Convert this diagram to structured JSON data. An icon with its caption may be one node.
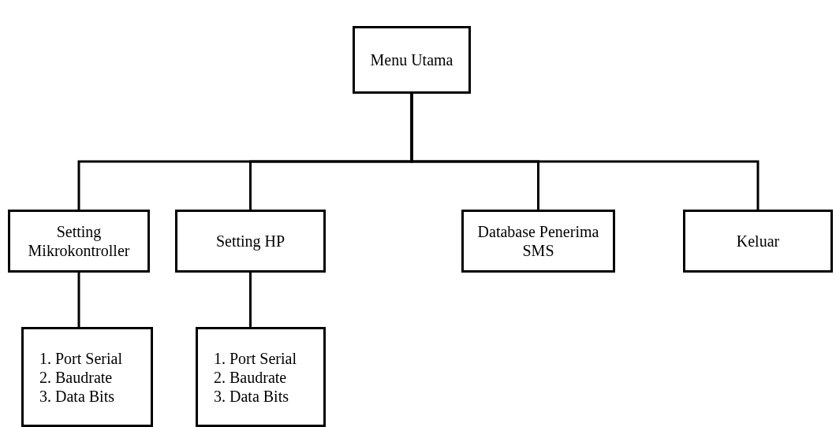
{
  "diagram": {
    "nodes": [
      {
        "text": [
          "Menu Utama"
        ]
      },
      {
        "text": [
          "Setting Mikrokontroller"
        ]
      },
      {
        "text": [
          "Setting HP"
        ]
      },
      {
        "text": [
          "Database Penerima SMS"
        ]
      },
      {
        "text": [
          "Keluar"
        ]
      },
      {
        "text": [
          "1. Port Serial",
          "2. Baudrate",
          "3. Data Bits"
        ]
      },
      {
        "text": [
          "1. Port Serial",
          "2. Baudrate",
          "3. Data Bits"
        ]
      }
    ],
    "edges": [
      {
        "from": 0,
        "to": 1,
        "arrow": "none"
      },
      {
        "from": 0,
        "to": 2,
        "arrow": "none"
      },
      {
        "from": 0,
        "to": 3,
        "arrow": "none"
      },
      {
        "from": 0,
        "to": 4,
        "arrow": "none"
      },
      {
        "from": 1,
        "to": 5,
        "arrow": "none"
      },
      {
        "from": 2,
        "to": 6,
        "arrow": "none"
      }
    ]
  }
}
